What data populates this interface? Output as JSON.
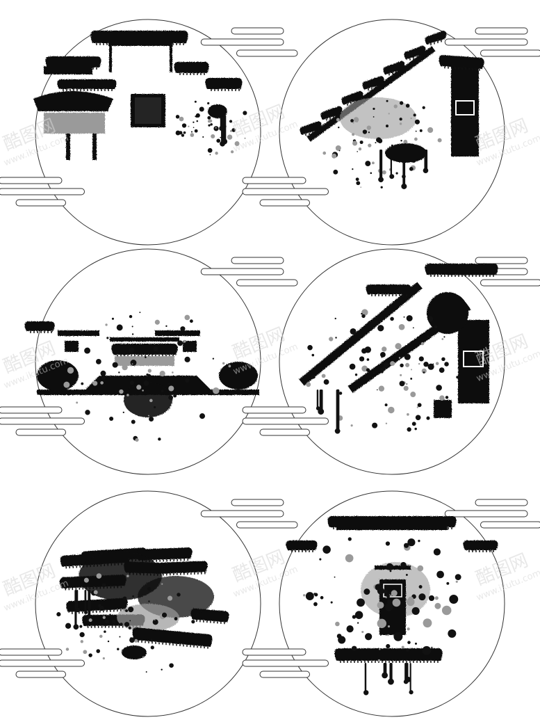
{
  "sheet": {
    "subject": "ink-wash Huizhou architecture illustrations",
    "panel_count": 6
  },
  "watermark": {
    "brand": "酷图网",
    "url": "www.ikutu.com"
  },
  "colors": {
    "ink": "#111111",
    "wash": "#9a9a9a",
    "line": "#333333",
    "watermark": "#d6d6d6",
    "paper": "#ffffff"
  },
  "panels": [
    {
      "name": "gate-archway",
      "scene": "paifang-gate"
    },
    {
      "name": "stepped-wall-ridge",
      "scene": "diagonal-horse-head-walls"
    },
    {
      "name": "courtyard-walls",
      "scene": "horizontal-wall-row"
    },
    {
      "name": "diagonal-rooftops",
      "scene": "diagonal-roofs-with-window"
    },
    {
      "name": "clustered-roofs",
      "scene": "roof-cluster"
    },
    {
      "name": "doorway-facade",
      "scene": "door-with-eaves"
    }
  ]
}
